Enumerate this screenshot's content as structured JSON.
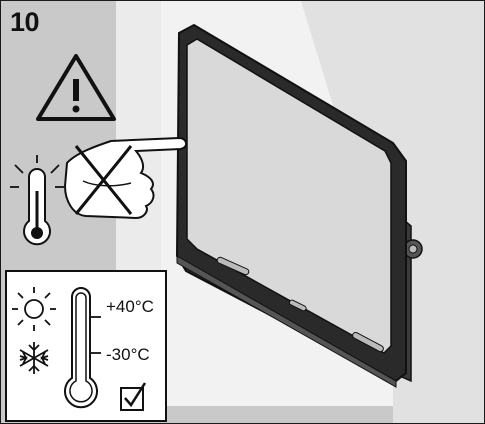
{
  "step": {
    "number": "10"
  },
  "temperature_range": {
    "max": "+40°C",
    "min": "-30°C"
  },
  "icons": {
    "warning": "warning-triangle-icon",
    "hot": "hot-thermometer-icon",
    "no_touch": "no-touch-hand-icon",
    "sun": "sun-icon",
    "snow": "snowflake-icon",
    "thermometer": "thermometer-icon",
    "check": "checkbox-checked-icon"
  },
  "colors": {
    "background": "#c9c9c9",
    "wall": "#ffffff",
    "line": "#1a1a1a",
    "device_body": "#2a2a2a",
    "device_glass": "#d9d9d9"
  }
}
